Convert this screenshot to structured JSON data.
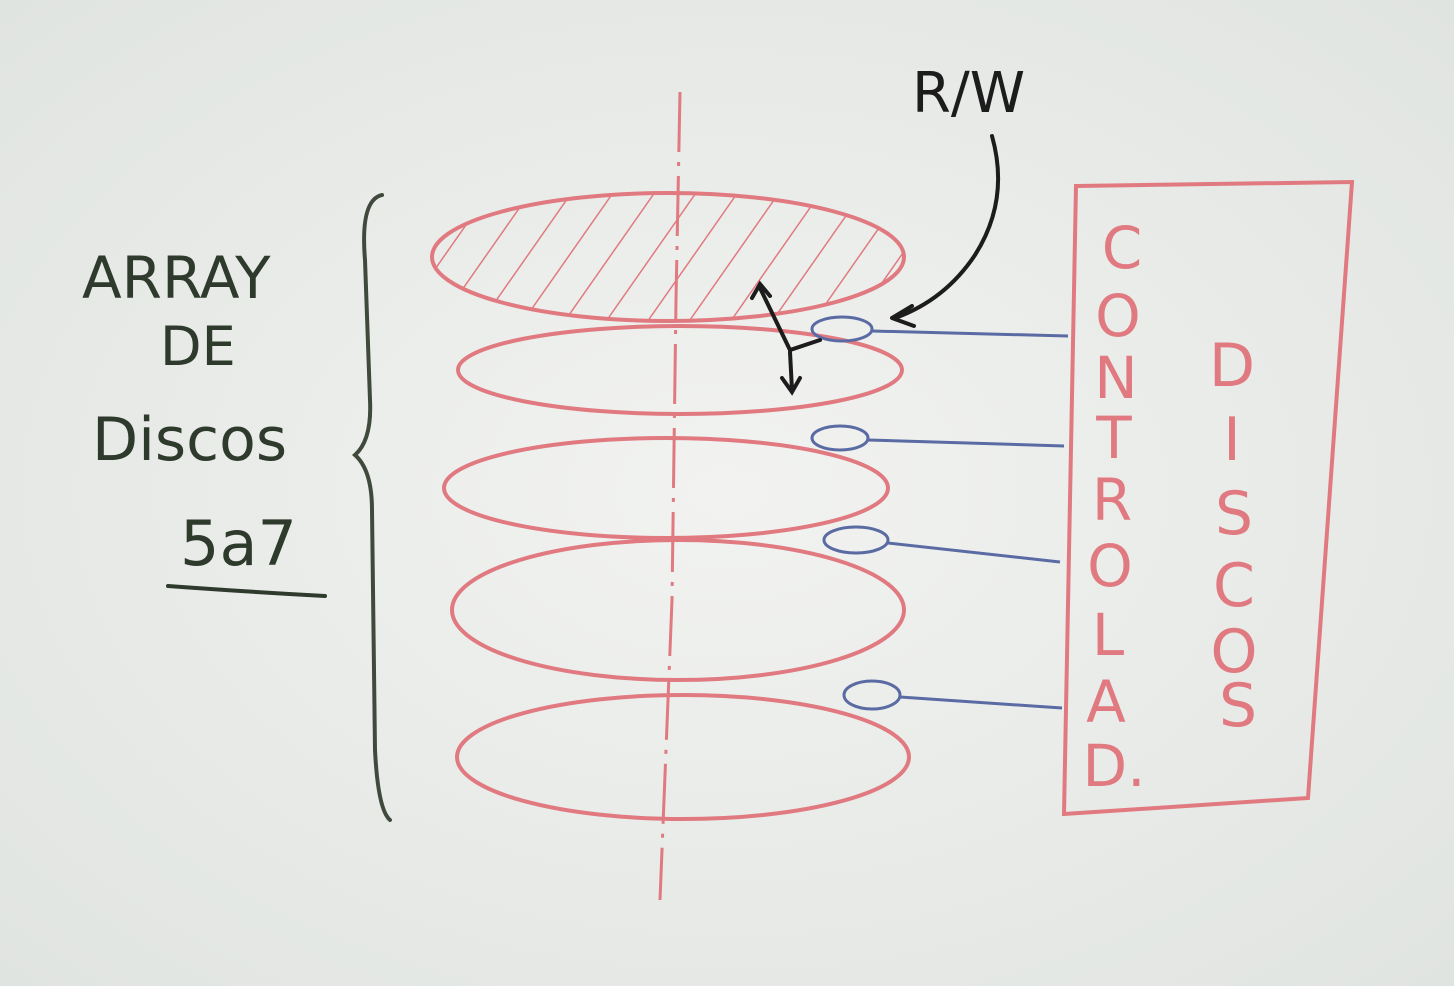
{
  "labels": {
    "left_line1": "ARRAY",
    "left_line2": "DE",
    "left_line3": "Discos",
    "left_line4": "5a7",
    "rw": "R/W"
  },
  "controller": {
    "col1": [
      "C",
      "O",
      "N",
      "T",
      "R",
      "O",
      "L",
      "A",
      "D."
    ],
    "col2": [
      "D",
      "I",
      "S",
      "C",
      "O",
      "S"
    ]
  },
  "colors": {
    "background": "#e9ece9",
    "red": "#e07a80",
    "blue": "#5a6aa3",
    "black": "#1c1c1c",
    "dark_green": "#3f4a3d"
  }
}
